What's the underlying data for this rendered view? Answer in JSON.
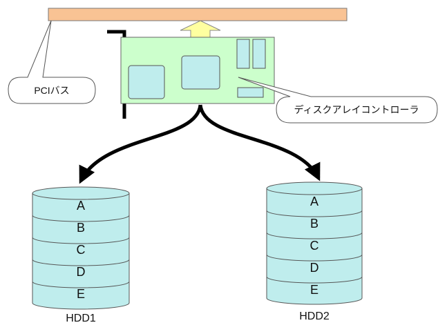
{
  "callouts": {
    "pci_bus": "PCIバス",
    "controller": "ディスクアレイコントローラ"
  },
  "disks": [
    {
      "name": "HDD1",
      "slices": [
        "A",
        "B",
        "C",
        "D",
        "E"
      ]
    },
    {
      "name": "HDD2",
      "slices": [
        "A",
        "B",
        "C",
        "D",
        "E"
      ]
    }
  ],
  "colors": {
    "bus": "#F9C394",
    "board": "#CCFFCC",
    "chip": "#BFEDED",
    "arrow": "#FFFFA0",
    "disk": "#BFEDED",
    "outline": "#555555"
  },
  "icons": {
    "data_flow": "curved-arrow-icon",
    "bus_transfer": "double-arrow-icon"
  }
}
